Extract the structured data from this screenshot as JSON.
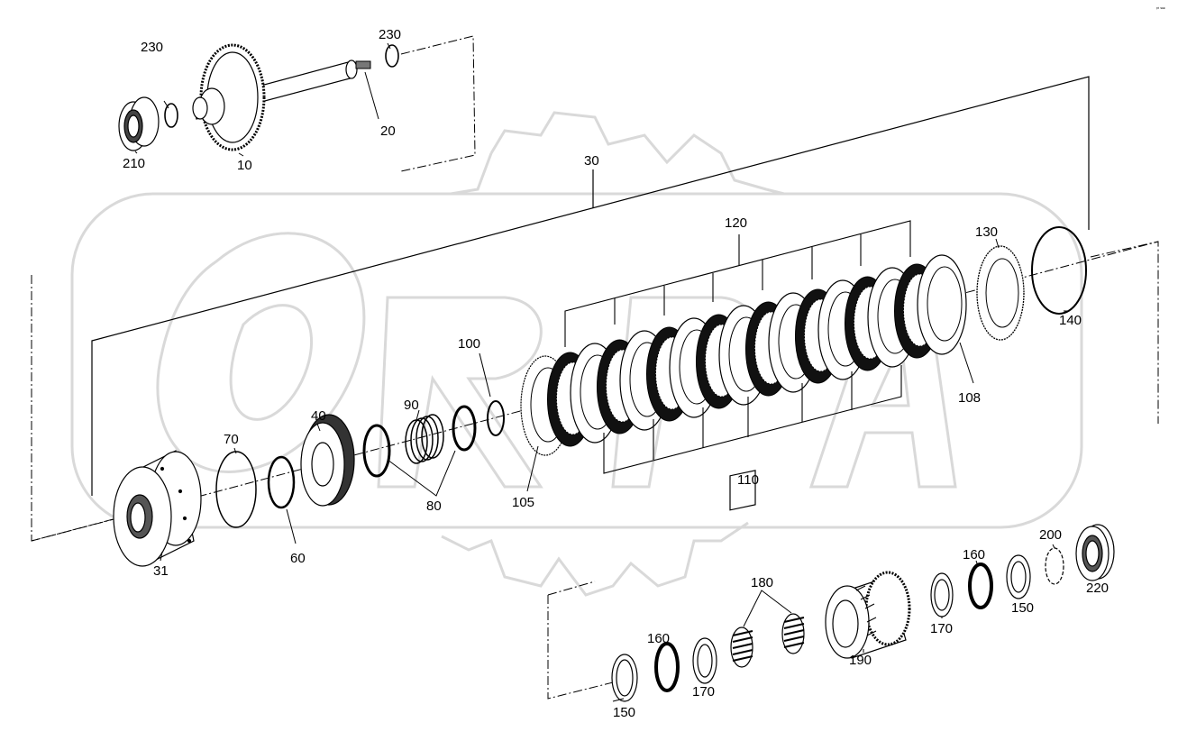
{
  "diagram": {
    "corner_mark": "ᵖᵗ ˢᵉᵉ",
    "part_labels": {
      "p10": "10",
      "p20": "20",
      "p30": "30",
      "p31": "31",
      "p40": "40",
      "p60": "60",
      "p70": "70",
      "p80": "80",
      "p90": "90",
      "p100": "100",
      "p105": "105",
      "p108": "108",
      "p110": "110",
      "p120": "120",
      "p130": "130",
      "p140": "140",
      "p150_left": "150",
      "p150_right": "150",
      "p160_left": "160",
      "p160_right": "160",
      "p170_left": "170",
      "p170_right": "170",
      "p180": "180",
      "p190": "190",
      "p200": "200",
      "p210": "210",
      "p220": "220",
      "p230_left": "230",
      "p230_right": "230"
    },
    "watermark": {
      "text": "ORPA",
      "color": "#dcdcdc"
    },
    "line_color": "#000000"
  }
}
